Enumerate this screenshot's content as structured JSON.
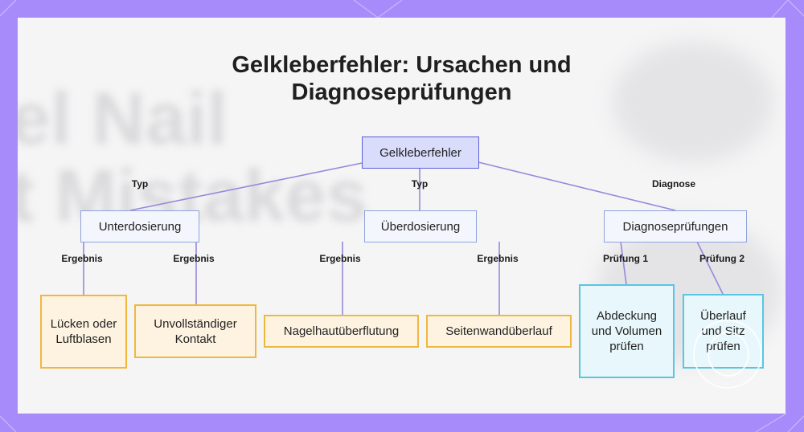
{
  "title": {
    "line1": "Gelkleberfehler: Ursachen und",
    "line2": "Diagnoseprüfungen"
  },
  "background_text": {
    "line1": "el Nail",
    "line2": "t Mistakes"
  },
  "nodes": {
    "root": "Gelkleberfehler",
    "under": "Unterdosierung",
    "over": "Überdosierung",
    "diag": "Diagnoseprüfungen",
    "gaps": "Lücken oder Luftblasen",
    "incomplete": "Unvollständiger Kontakt",
    "cuticle": "Nagelhautüberflutung",
    "sidewall": "Seitenwandüberlauf",
    "coverage": "Abdeckung und Volumen prüfen",
    "overflow": "Überlauf und Sitz prüfen"
  },
  "edge_labels": {
    "root_under": "Typ",
    "root_over": "Typ",
    "root_diag": "Diagnose",
    "under_gaps": "Ergebnis",
    "under_incomplete": "Ergebnis",
    "over_cuticle": "Ergebnis",
    "over_sidewall": "Ergebnis",
    "diag_coverage": "Prüfung 1",
    "diag_overflow": "Prüfung 2"
  },
  "colors": {
    "frame": "#a78bfa",
    "root_fill": "#d9dcfb",
    "root_border": "#5b5fd6",
    "mid_border": "#8fa4dd",
    "leaf_yellow": "#f0b73f",
    "leaf_cyan": "#56c6e2",
    "connector": "#9b87d9"
  }
}
